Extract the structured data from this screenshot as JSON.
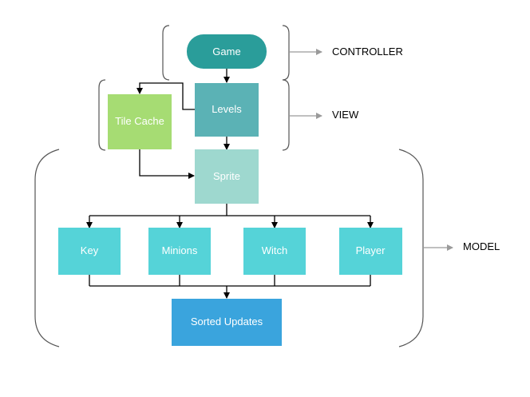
{
  "colors": {
    "game": "#2a9d9a",
    "levels": "#5bb2b5",
    "tile_cache": "#a6dc73",
    "sprite": "#9ed8cf",
    "entity": "#55d3d8",
    "sorted_updates": "#3aa4dd"
  },
  "nodes": {
    "game": "Game",
    "levels": "Levels",
    "tile_cache": "Tile Cache",
    "sprite": "Sprite",
    "key": "Key",
    "minions": "Minions",
    "witch": "Witch",
    "player": "Player",
    "sorted_updates": "Sorted Updates"
  },
  "layers": {
    "controller": "CONTROLLER",
    "view": "VIEW",
    "model": "MODEL"
  }
}
